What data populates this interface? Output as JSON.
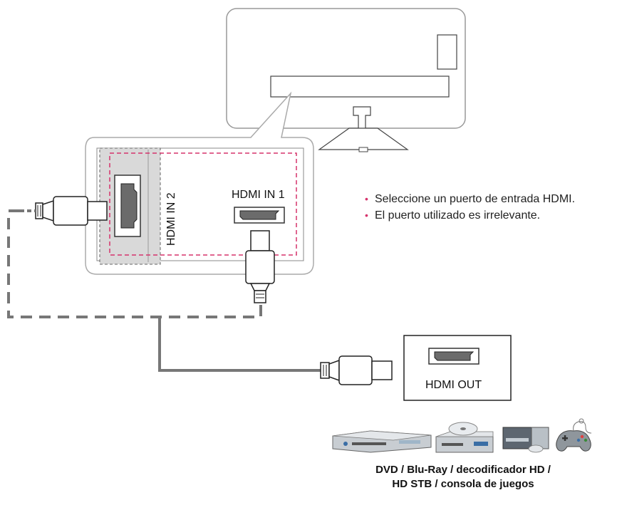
{
  "ports": {
    "hdmi_in_2": "HDMI IN 2",
    "hdmi_in_1": "HDMI IN 1",
    "hdmi_out": "HDMI OUT"
  },
  "notes": [
    "Seleccione un puerto de entrada HDMI.",
    "El puerto utilizado es irrelevante."
  ],
  "caption": {
    "line1": "DVD / Blu-Ray / decodificador HD /",
    "line2": "HD STB / consola de juegos"
  },
  "colors": {
    "dashed_highlight": "#d6336c",
    "cable": "#777777",
    "bullet": "#d6336c"
  },
  "device_icons": [
    "dvd-player-icon",
    "blu-ray-player-icon",
    "set-top-box-icon",
    "game-console-icon"
  ]
}
